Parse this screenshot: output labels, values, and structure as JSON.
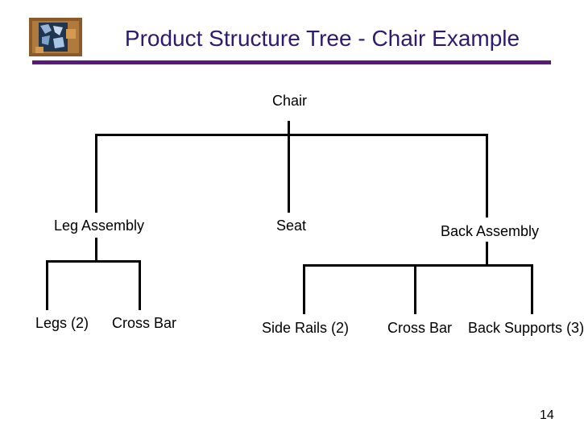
{
  "slide": {
    "title": "Product Structure Tree - Chair Example",
    "page_number": "14"
  },
  "tree": {
    "root": "Chair",
    "level1": {
      "leg_assembly": "Leg Assembly",
      "seat": "Seat",
      "back_assembly": "Back Assembly"
    },
    "level2": {
      "legs": "Legs (2)",
      "leg_cross_bar": "Cross Bar",
      "side_rails": "Side Rails (2)",
      "back_cross_bar": "Cross Bar",
      "back_supports": "Back Supports (3)"
    }
  },
  "colors": {
    "title_text": "#2e1a6e",
    "title_rule": "#5b1a7a",
    "lines": "#000000"
  },
  "icons": {
    "logo": "stone-puzzle-logo"
  }
}
